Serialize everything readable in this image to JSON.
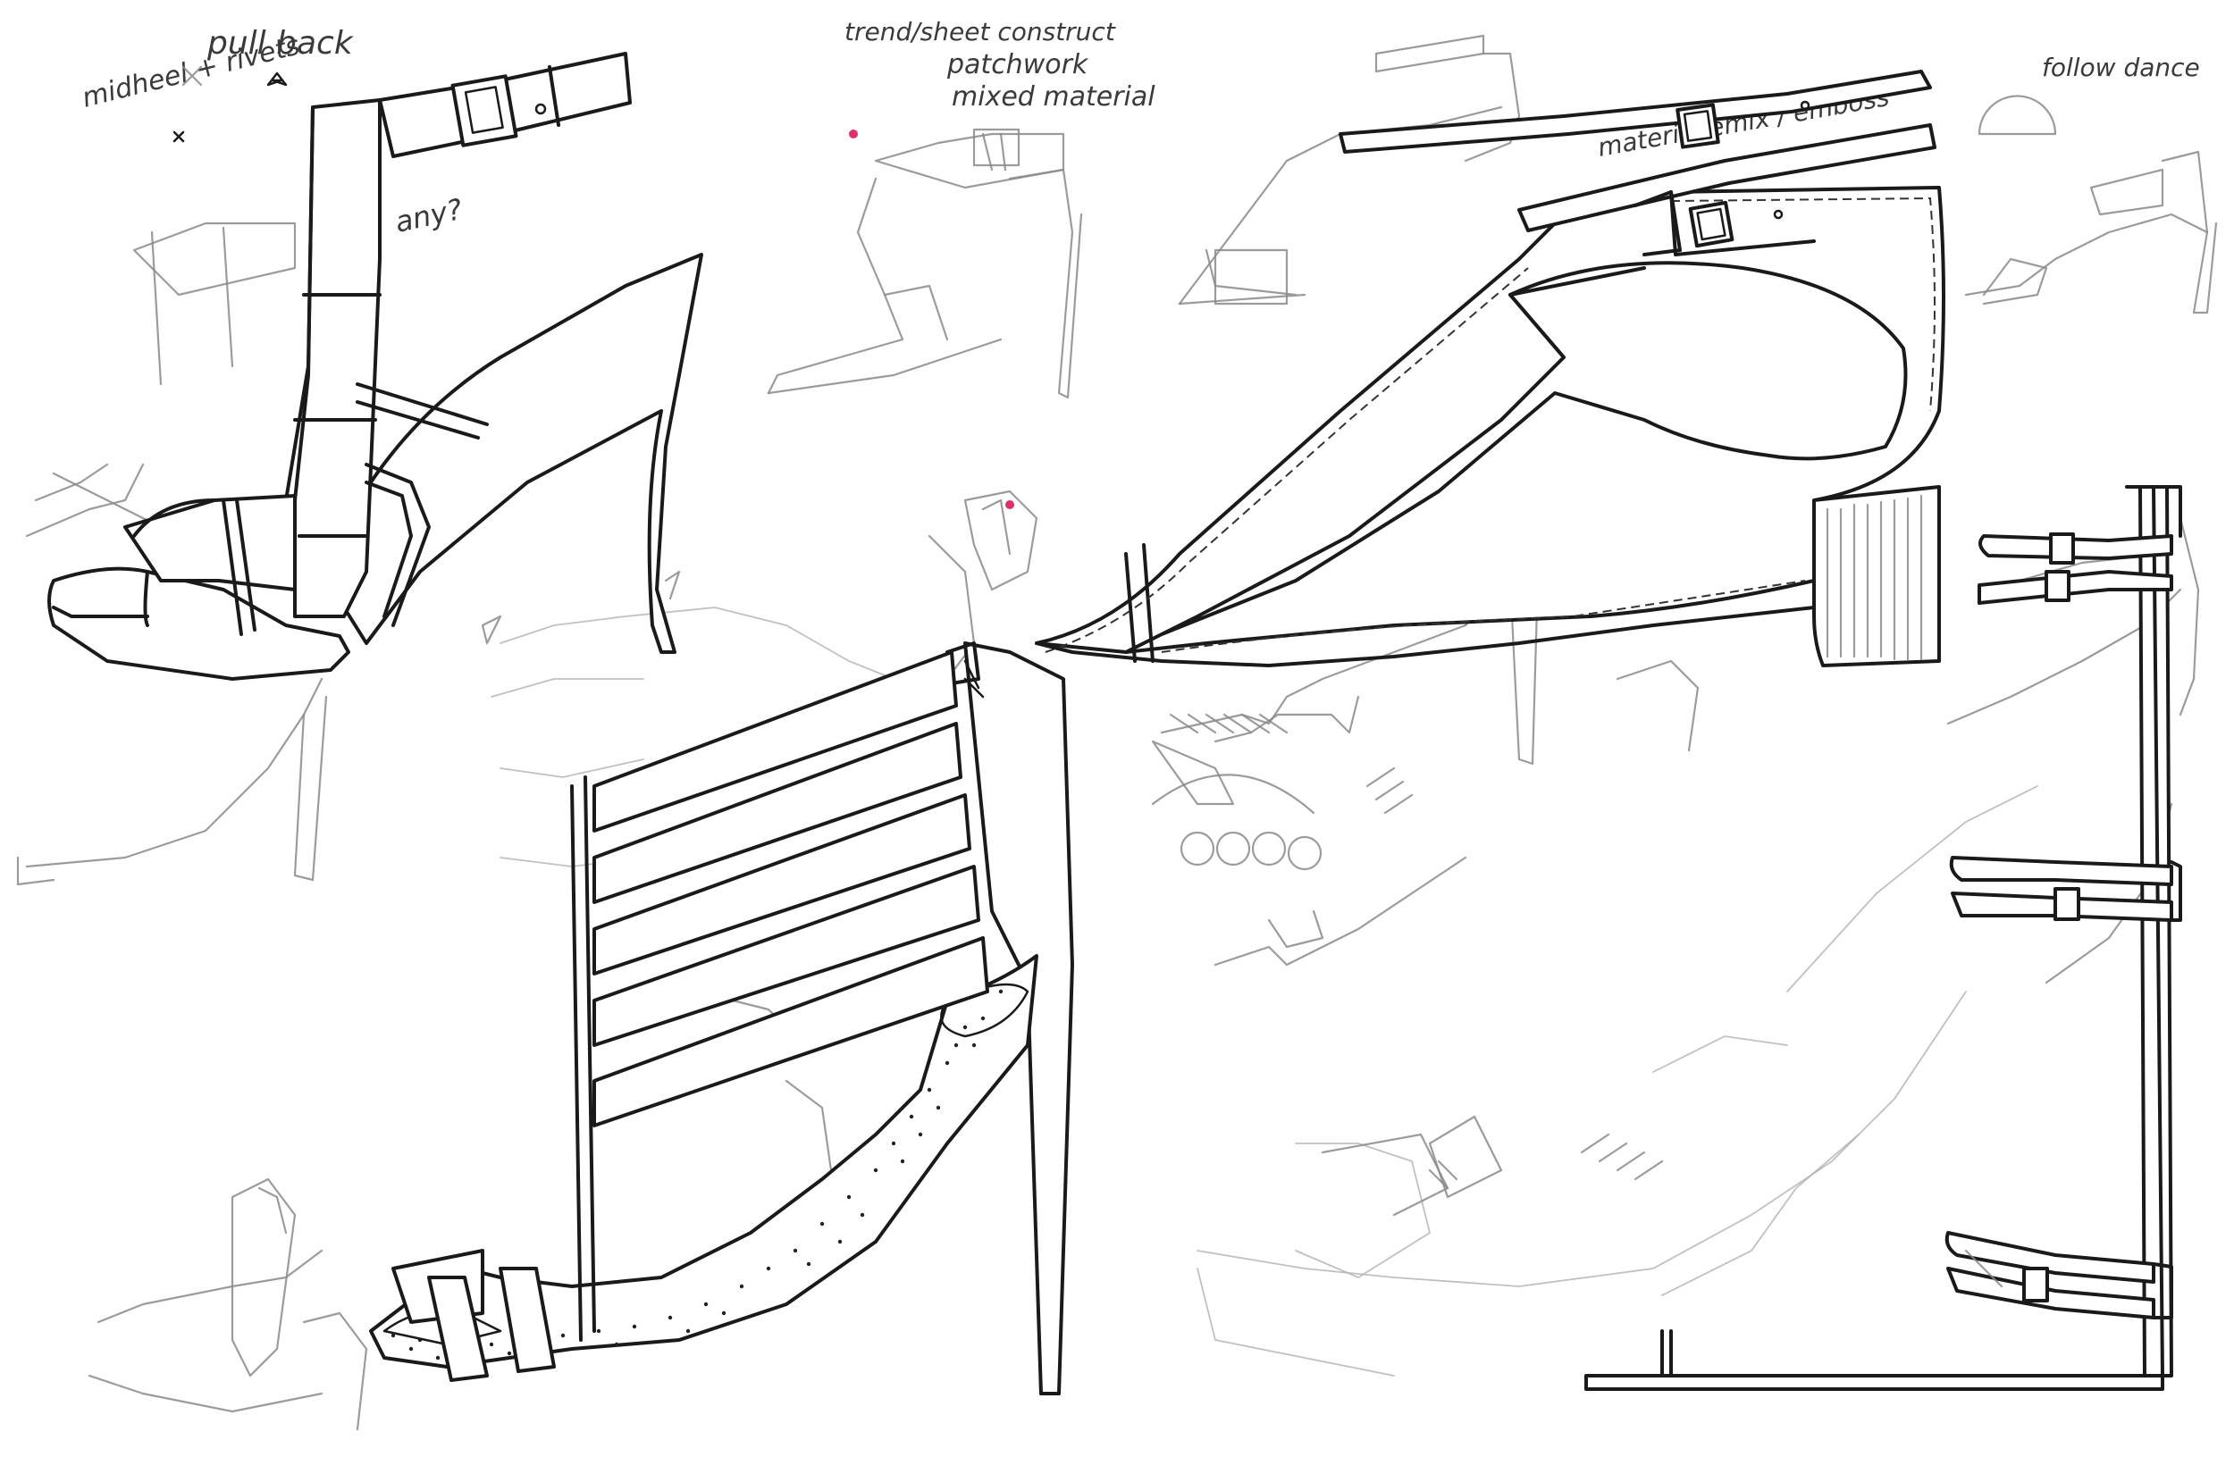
{
  "sheet": {
    "notes": {
      "pull_back": "pull back",
      "midheel_rivets": "midheel + rivets",
      "trend_list": "trend/sheet construct",
      "patchwork": "patchwork",
      "mixed_material": "mixed material",
      "material_note": "material emix / emboss",
      "follow_note": "follow dance",
      "question_note": "any?"
    }
  },
  "colors": {
    "ink": "#1a1a1a",
    "pencil": "#8a8a8a",
    "accent": "#e0306a",
    "paper": "#ffffff"
  }
}
